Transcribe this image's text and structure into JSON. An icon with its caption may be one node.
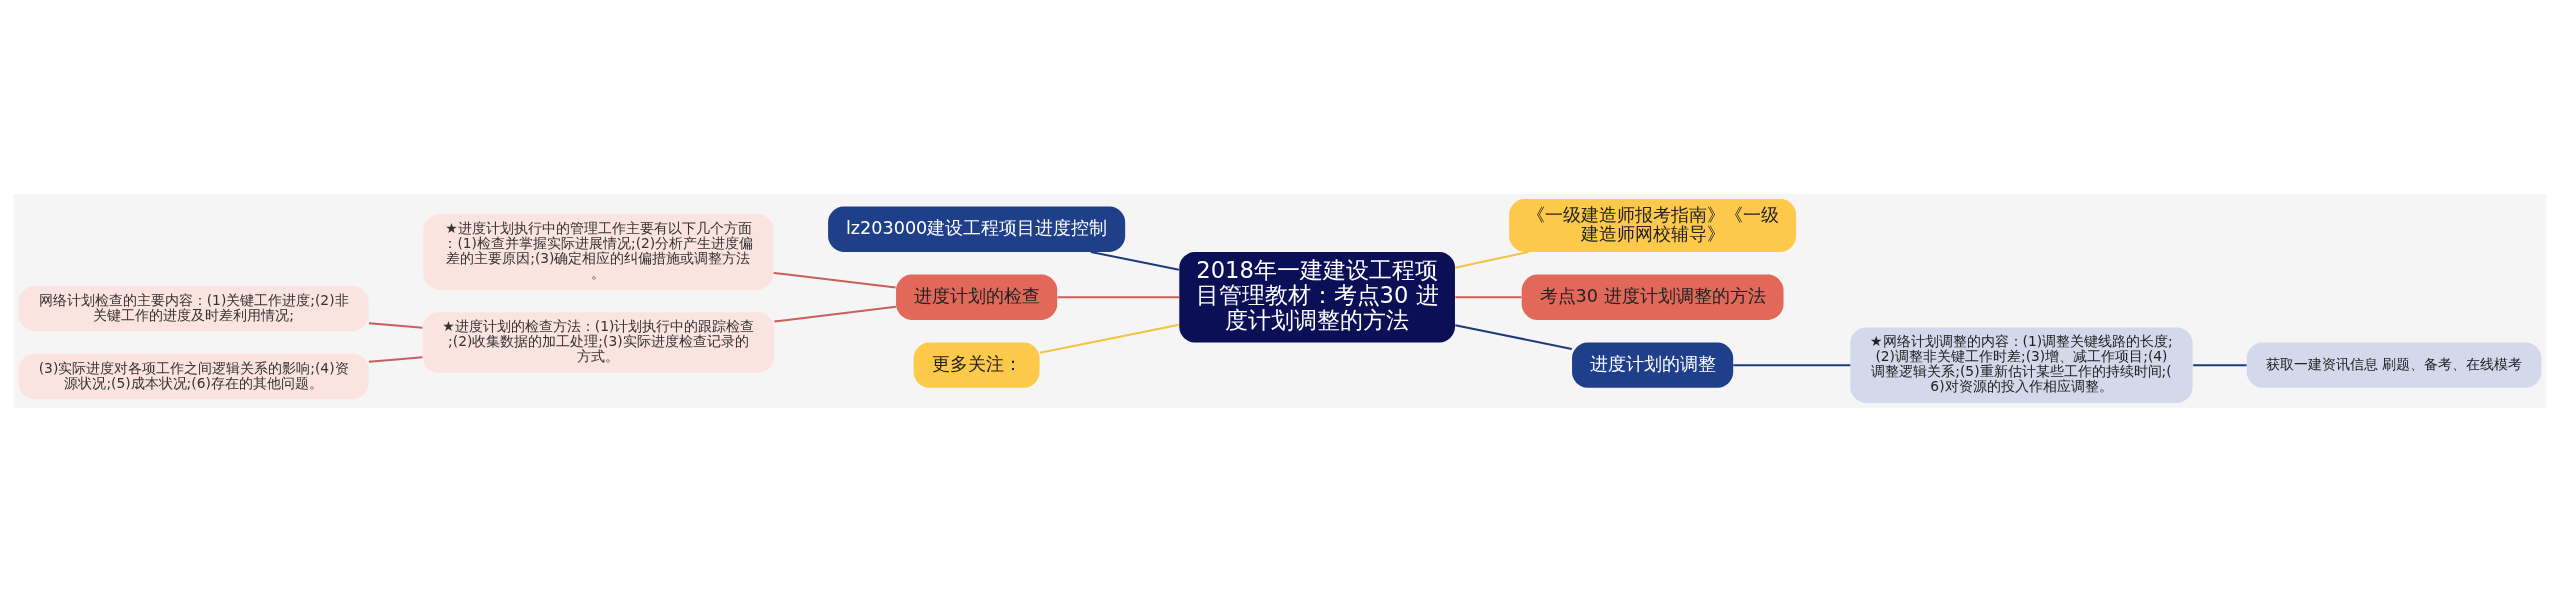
{
  "diagram": {
    "nodes": [
      {
        "text": [
          "2018年一建建设工程项目管理教材：考点30 进度计划调整的方法"
        ]
      },
      {
        "text": [
          "lz203000建设工程项目进度控制"
        ]
      },
      {
        "text": [
          "进度计划的检查"
        ]
      },
      {
        "text": [
          "★进度计划执行中的管理工作主要有以下几个方面：(1)检查并掌握实际进展情况;(2)分析产生进度偏差的主要原因;(3)确定相应的纠偏措施或调整方法。"
        ]
      },
      {
        "text": [
          "★进度计划的检查方法：(1)计划执行中的跟踪检查;(2)收集数据的加工处理;(3)实际进度检查记录的方式。"
        ]
      },
      {
        "text": [
          "网络计划检查的主要内容：(1)关键工作进度;(2)非关键工作的进度及时差利用情况;"
        ]
      },
      {
        "text": [
          "(3)实际进度对各项工作之间逻辑关系的影响;(4)资源状况;(5)成本状况;(6)存在的其他问题。"
        ]
      },
      {
        "text": [
          "更多关注："
        ]
      },
      {
        "text": [
          "《一级建造师报考指南》《一级建造师网校辅导》"
        ]
      },
      {
        "text": [
          "考点30 进度计划调整的方法"
        ]
      },
      {
        "text": [
          "进度计划的调整"
        ]
      },
      {
        "text": [
          "★网络计划调整的内容：(1)调整关键线路的长度;(2)调整非关键工作时差;(3)增、减工作项目;(4)调整逻辑关系;(5)重新估计某些工作的持续时间;(6)对资源的投入作相应调整。"
        ]
      },
      {
        "text": [
          "获取一建资讯信息 刷题、备考、在线模考"
        ]
      }
    ],
    "edges": [
      {
        "from": 0,
        "to": 1,
        "arrow": "none",
        "color": "#1f3a7a"
      },
      {
        "from": 0,
        "to": 2,
        "arrow": "none"
      },
      {
        "from": 2,
        "to": 3,
        "arrow": "none"
      },
      {
        "from": 2,
        "to": 4,
        "arrow": "none"
      },
      {
        "from": 4,
        "to": 5,
        "arrow": "none"
      },
      {
        "from": 4,
        "to": 6,
        "arrow": "none"
      },
      {
        "from": 0,
        "to": 7,
        "arrow": "none",
        "color": "#f5c242"
      },
      {
        "from": 0,
        "to": 8,
        "arrow": "none",
        "color": "#f5c242"
      },
      {
        "from": 0,
        "to": 9,
        "arrow": "none"
      },
      {
        "from": 0,
        "to": 10,
        "arrow": "none",
        "color": "#1f3a7a"
      },
      {
        "from": 10,
        "to": 11,
        "arrow": "none",
        "color": "#1f3a7a"
      },
      {
        "from": 11,
        "to": 12,
        "arrow": "none",
        "color": "#1f3a7a"
      }
    ]
  }
}
